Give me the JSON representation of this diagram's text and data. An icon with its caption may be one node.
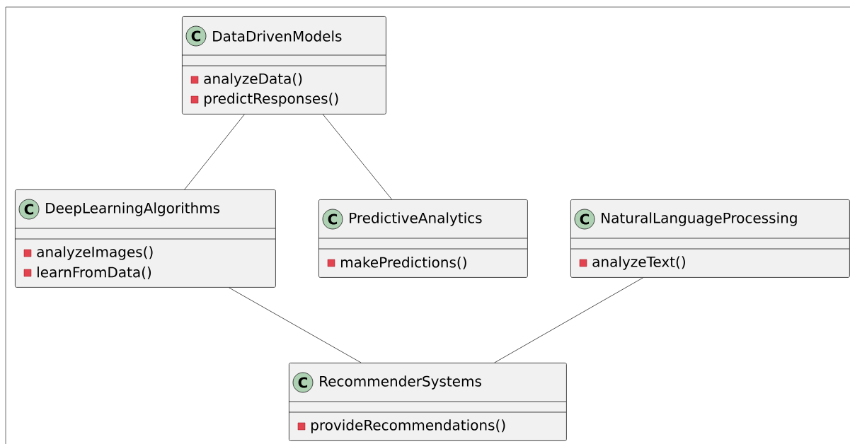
{
  "diagram": {
    "nodes": [
      {
        "text": [
          "C",
          "DataDrivenModels",
          "analyzeData()",
          "predictResponses()"
        ]
      },
      {
        "text": [
          "C",
          "DeepLearningAlgorithms",
          "analyzeImages()",
          "learnFromData()"
        ]
      },
      {
        "text": [
          "C",
          "PredictiveAnalytics",
          "makePredictions()"
        ]
      },
      {
        "text": [
          "C",
          "NaturalLanguageProcessing",
          "analyzeText()"
        ]
      },
      {
        "text": [
          "C",
          "RecommenderSystems",
          "provideRecommendations()"
        ]
      }
    ],
    "edges": [
      {
        "from": 0,
        "to": 1,
        "arrow": "none"
      },
      {
        "from": 0,
        "to": 2,
        "arrow": "none"
      },
      {
        "from": 1,
        "to": 4,
        "arrow": "none"
      },
      {
        "from": 3,
        "to": 4,
        "arrow": "none"
      }
    ]
  }
}
